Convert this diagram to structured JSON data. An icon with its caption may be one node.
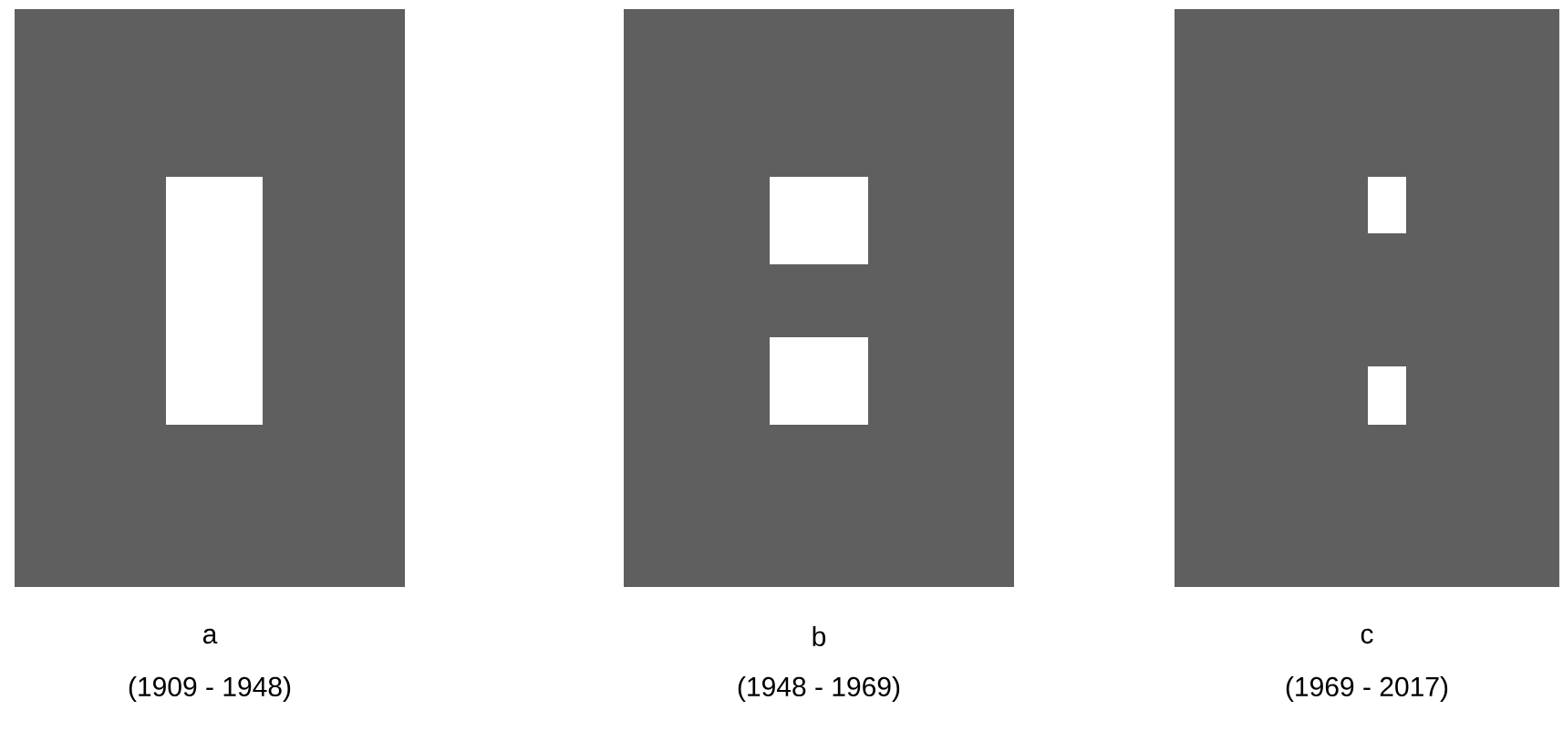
{
  "diagram": {
    "nodes": [
      {
        "text": [],
        "shape": "box",
        "beside": [
          "a",
          "(1909 - 1948)"
        ]
      },
      {
        "text": [],
        "shape": "box",
        "beside": [
          "b",
          "(1948 - 1969)"
        ]
      },
      {
        "text": [],
        "shape": "box",
        "beside": [
          "c",
          "(1969 - 2017)"
        ]
      }
    ]
  }
}
